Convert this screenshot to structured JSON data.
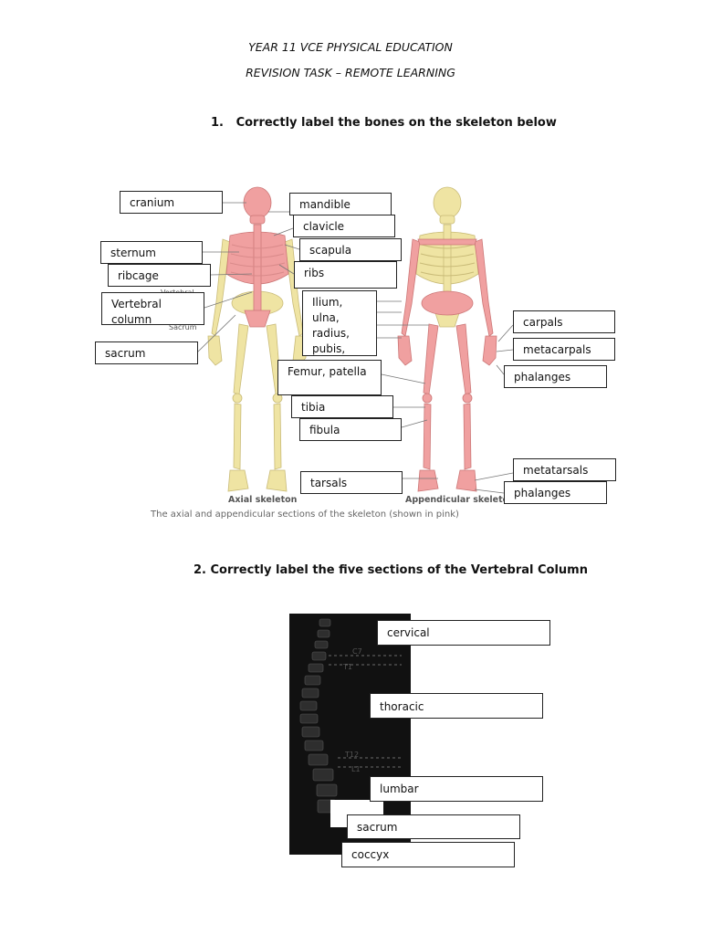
{
  "header": {
    "line1": "YEAR 11 VCE PHYSICAL EDUCATION",
    "line2": "REVISION TASK – REMOTE LEARNING"
  },
  "q1": {
    "number": "1.",
    "text": "Correctly label the bones on the skeleton below",
    "axial_caption": "Axial skeleton",
    "appendicular_caption": "Appendicular skeleton",
    "figure_caption": "The axial and appendicular sections of the skeleton (shown in pink)",
    "faint_labels": {
      "vertebral": "Vertebral",
      "sacrum": "Sacrum"
    },
    "labels": {
      "cranium": "cranium",
      "mandible": "mandible",
      "clavicle": "clavicle",
      "sternum": "sternum",
      "scapula": "scapula",
      "ribcage": "ribcage",
      "ribs": "ribs",
      "vertebral_column": "Vertebral\ncolumn",
      "ilium_group": "Ilium,\nulna,\nradius,\npubis,",
      "sacrum": "sacrum",
      "femur_patella": "Femur, patella",
      "tibia": "tibia",
      "fibula": "fibula",
      "tarsals": "tarsals",
      "carpals": "carpals",
      "metacarpals": "metacarpals",
      "phalanges_hand": "phalanges",
      "metatarsals": "metatarsals",
      "phalanges_foot": "phalanges"
    }
  },
  "q2": {
    "text": "2. Correctly label the five sections of the Vertebral Column",
    "faint_labels": {
      "c7": "C7",
      "t1": "T1",
      "t12": "T12",
      "l1": "L1"
    },
    "labels": {
      "cervical": "cervical",
      "thoracic": "thoracic",
      "lumbar": "lumbar",
      "sacrum": "sacrum",
      "coccyx": "coccyx"
    }
  },
  "colors": {
    "axial_pink": "#f0a0a0",
    "bone_yellow": "#efe4a3",
    "spine_bg": "#111111"
  }
}
